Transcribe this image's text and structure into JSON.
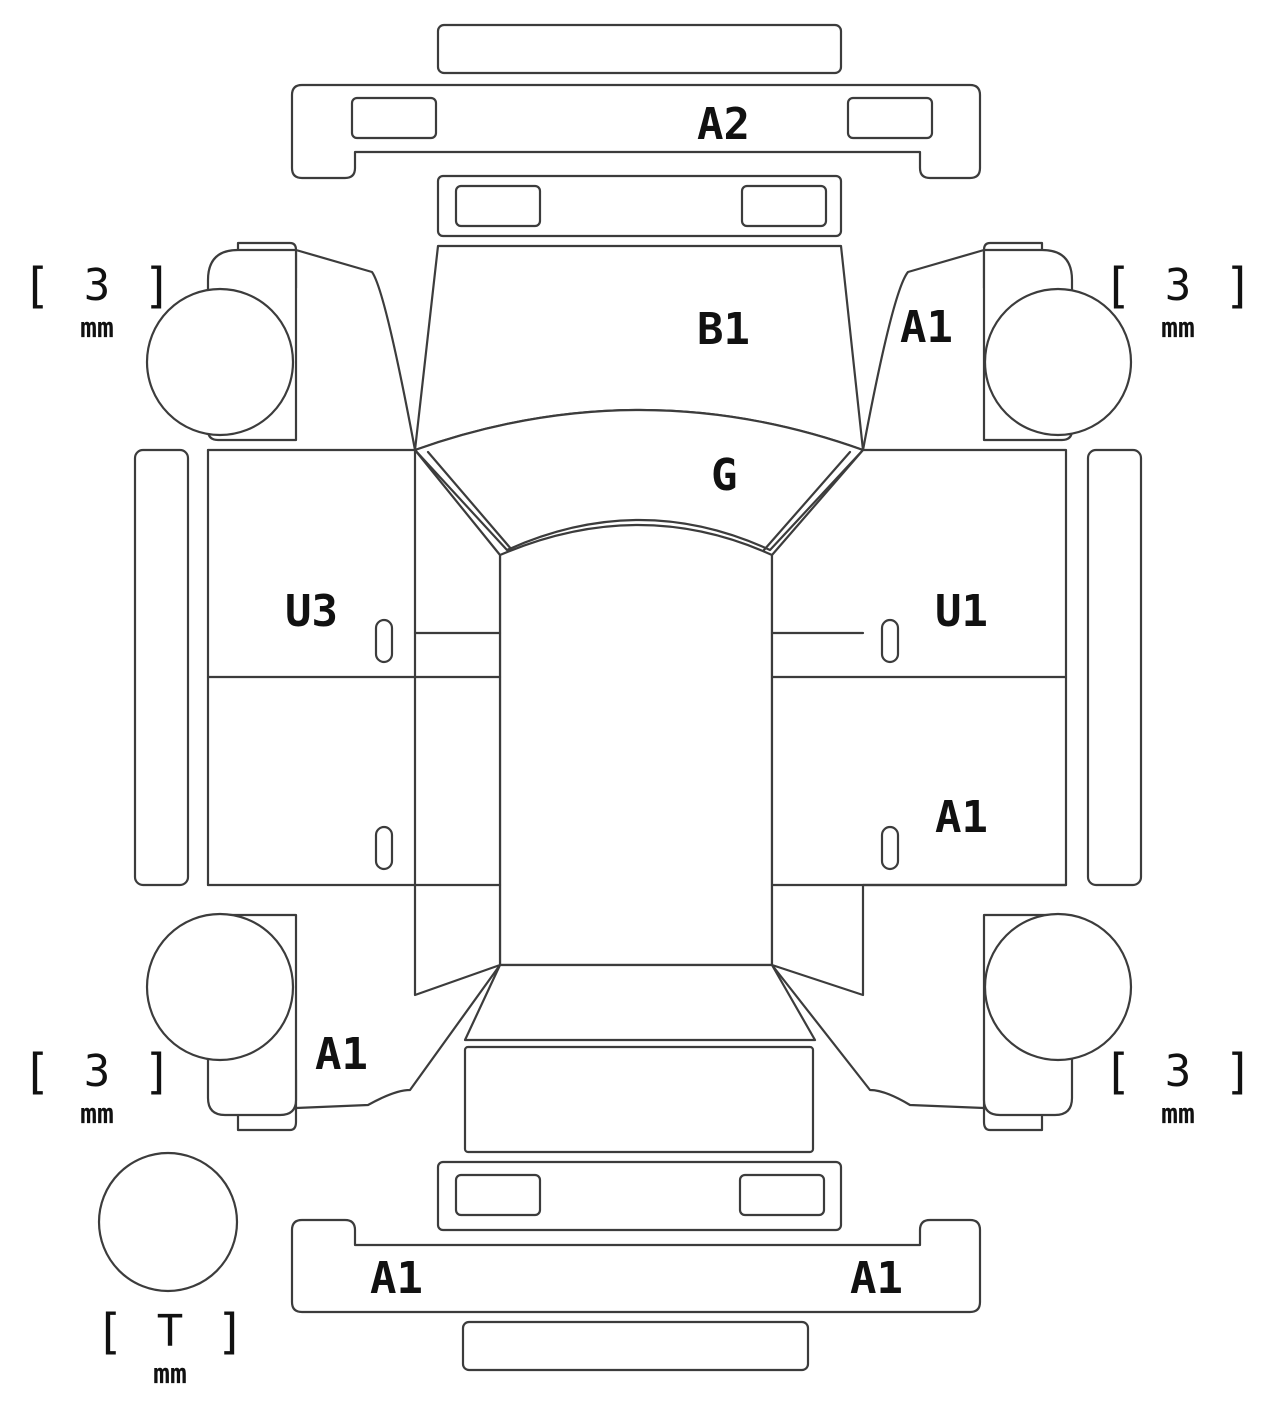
{
  "damage_labels": {
    "rear_bumper": "A2",
    "hood": "B1",
    "front_right_fender": "A1",
    "roof": "G",
    "left_rear_door": "U3",
    "right_rear_door": "U1",
    "right_front_door": "A1",
    "left_front_fender": "A1",
    "front_bumper_left": "A1",
    "front_bumper_right": "A1"
  },
  "tread_depth": {
    "rear_left": {
      "value": "3",
      "unit": "mm"
    },
    "rear_right": {
      "value": "3",
      "unit": "mm"
    },
    "front_left": {
      "value": "3",
      "unit": "mm"
    },
    "front_right": {
      "value": "3",
      "unit": "mm"
    },
    "spare": {
      "value": "T",
      "unit": "mm"
    }
  },
  "line_color": "#3c3c3c",
  "label_color": "#111111"
}
